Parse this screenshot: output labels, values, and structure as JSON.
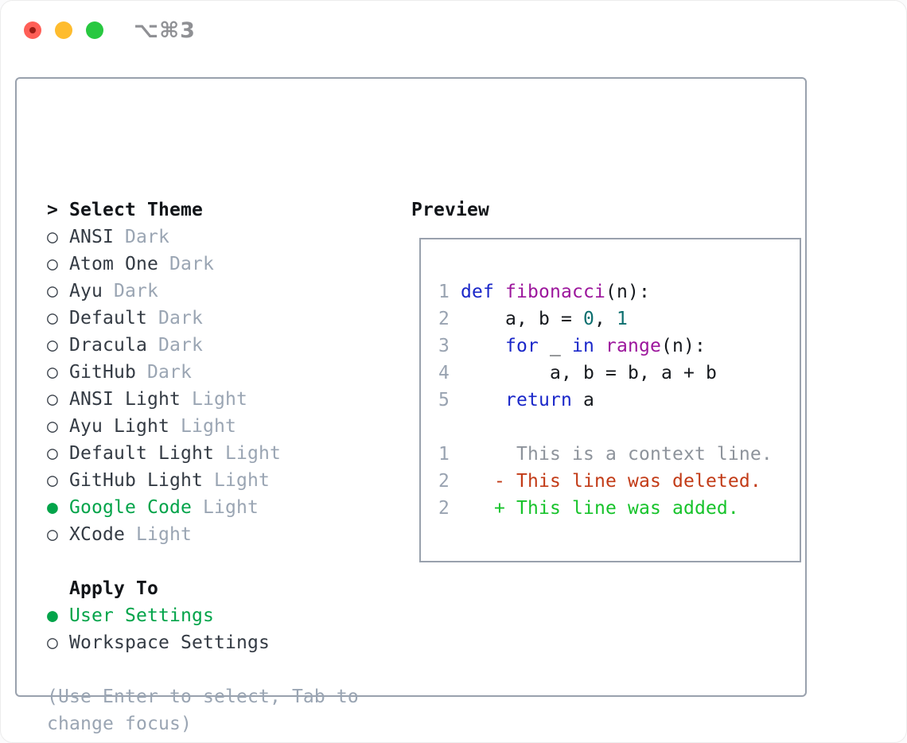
{
  "window": {
    "title": "⌥⌘3",
    "traffic_lights": [
      "close",
      "minimize",
      "zoom"
    ]
  },
  "markers": {
    "selected": "●",
    "unselected": "○",
    "prompt": ">"
  },
  "theme_menu": {
    "title": "Select Theme",
    "items": [
      {
        "name": "ANSI",
        "variant": "Dark",
        "selected": false
      },
      {
        "name": "Atom One",
        "variant": "Dark",
        "selected": false
      },
      {
        "name": "Ayu",
        "variant": "Dark",
        "selected": false
      },
      {
        "name": "Default",
        "variant": "Dark",
        "selected": false
      },
      {
        "name": "Dracula",
        "variant": "Dark",
        "selected": false
      },
      {
        "name": "GitHub",
        "variant": "Dark",
        "selected": false
      },
      {
        "name": "ANSI Light",
        "variant": "Light",
        "selected": false
      },
      {
        "name": "Ayu Light",
        "variant": "Light",
        "selected": false
      },
      {
        "name": "Default Light",
        "variant": "Light",
        "selected": false
      },
      {
        "name": "GitHub Light",
        "variant": "Light",
        "selected": false
      },
      {
        "name": "Google Code",
        "variant": "Light",
        "selected": true
      },
      {
        "name": "XCode",
        "variant": "Light",
        "selected": false
      }
    ]
  },
  "apply_to": {
    "title": "Apply To",
    "options": [
      {
        "label": "User Settings",
        "selected": true
      },
      {
        "label": "Workspace Settings",
        "selected": false
      }
    ]
  },
  "hint_lines": [
    "(Use Enter to select, Tab to",
    "change focus)"
  ],
  "preview": {
    "title": "Preview",
    "code_lines": [
      {
        "num": "1",
        "tokens": [
          [
            "def",
            "kw"
          ],
          [
            " ",
            "pl"
          ],
          [
            "fibonacci",
            "fn"
          ],
          [
            "(n):",
            "pl"
          ]
        ]
      },
      {
        "num": "2",
        "tokens": [
          [
            "    a, b = ",
            "pl"
          ],
          [
            "0",
            "lit"
          ],
          [
            ", ",
            "pl"
          ],
          [
            "1",
            "lit"
          ]
        ]
      },
      {
        "num": "3",
        "tokens": [
          [
            "    ",
            "pl"
          ],
          [
            "for",
            "kw"
          ],
          [
            " _ ",
            "pl"
          ],
          [
            "in",
            "kw"
          ],
          [
            " ",
            "pl"
          ],
          [
            "range",
            "fn"
          ],
          [
            "(n):",
            "pl"
          ]
        ]
      },
      {
        "num": "4",
        "tokens": [
          [
            "        a, b = b, a + b",
            "pl"
          ]
        ]
      },
      {
        "num": "5",
        "tokens": [
          [
            "    ",
            "pl"
          ],
          [
            "return",
            "kw"
          ],
          [
            " a",
            "pl"
          ]
        ]
      }
    ],
    "diff_lines": [
      {
        "num": "1",
        "text": "     This is a context line.",
        "kind": "context"
      },
      {
        "num": "2",
        "text": "   - This line was deleted.",
        "kind": "deleted"
      },
      {
        "num": "2",
        "text": "   + This line was added.",
        "kind": "added"
      }
    ]
  },
  "colors": {
    "keyword": "#1a27c9",
    "function": "#9c169c",
    "literal": "#0d6f6f",
    "plain": "#15181d",
    "context": "#8d939b",
    "deleted": "#c23b17",
    "added": "#17c32b",
    "selected_green": "#02a44a",
    "muted": "#9aa5b3",
    "line_number": "#99a3b1",
    "border": "#99a1ad",
    "traffic_red": "#ff5f57",
    "traffic_yellow": "#febc2e",
    "traffic_green": "#28c840"
  }
}
